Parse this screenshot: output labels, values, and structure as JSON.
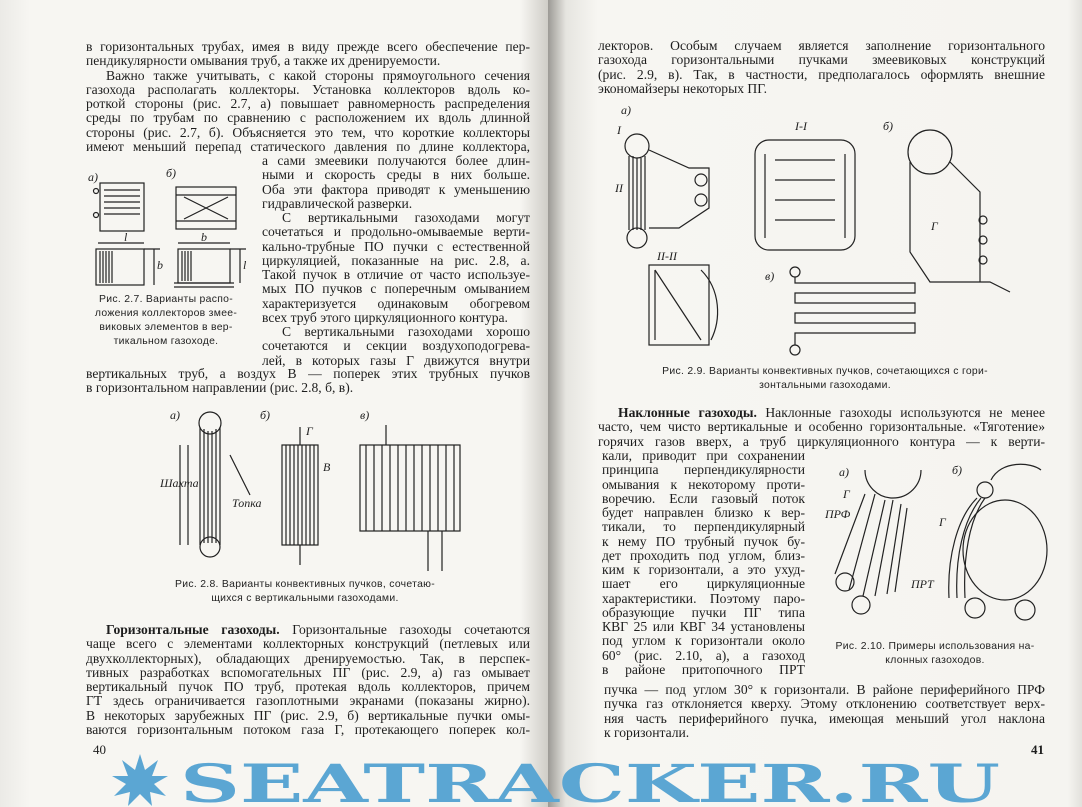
{
  "left_page": {
    "block_a": [
      {
        "cont_from_prev": true,
        "lines": [
          "в горизонтальных трубах, имея в виду прежде всего обеспечение пер-",
          "пендикулярности омывания труб, а также их дренируемости."
        ]
      },
      {
        "lines": [
          "Важно также учитывать, с какой стороны прямоугольного сечения",
          "газохода располагать коллекторы. Установка коллекторов вдоль ко-",
          "роткой стороны (рис. 2.7, а) повышает равномерность распределения",
          "среды по трубам по сравнению с расположением их вдоль длинной",
          "стороны (рис. 2.7, б). Объясняется это тем, что короткие коллекторы",
          "имеют меньший перепад статического давления по длине коллектора,"
        ],
        "continues": true
      }
    ],
    "block_b": [
      {
        "cont_from_prev": true,
        "lines": [
          "а сами змеевики получаются более длин-",
          "ными и скорость среды в них больше.",
          "Оба эти фактора приводят к уменьшению",
          "гидравлической разверки."
        ]
      },
      {
        "lines": [
          "С вертикальными газоходами могут",
          "сочетаться и продольно-омываемые верти-",
          "кально-трубные ПО пучки с естественной",
          "циркуляцией, показанные на рис. 2.8, а.",
          "Такой пучок в отличие от часто используе-",
          "мых ПО пучков с поперечным омыванием",
          "характеризуется одинаковым обогревом",
          "всех труб этого циркуляционного контура."
        ]
      },
      {
        "lines": [
          "С вертикальными газоходами хорошо",
          "сочетаются и секции воздухоподогрева-",
          "лей, в которых газы Г движутся внутри"
        ],
        "continues": true
      }
    ],
    "block_c": [
      {
        "cont_from_prev": true,
        "lines": [
          "вертикальных труб, а воздух В — поперек этих трубных пучков",
          "в горизонтальном направлении (рис. 2.8, б, в)."
        ]
      }
    ],
    "block_d": [
      {
        "lead": "Горизонтальные газоходы.",
        "lines": [
          " Горизонтальные газоходы сочетаются",
          "чаще всего с элементами коллекторных конструкций (петлевых или",
          "двухколлекторных), обладающих дренируемостью. Так, в перспек-",
          "тивных разработках вспомогательных ПГ (рис. 2.9, а) газ омывает",
          "вертикальный пучок ПО труб, протекая вдоль коллекторов, причем",
          "ГТ здесь ограничивается газоплотными экранами (показаны жирно).",
          "В некоторых зарубежных ПГ (рис. 2.9, б) вертикальные пучки омы-",
          "ваются горизонтальным потоком газа Г, протекающего поперек кол-"
        ],
        "continues": true
      }
    ],
    "fig_2_7": {
      "labels": {
        "a": "а)",
        "b": "б)",
        "l1": "l",
        "b1": "b",
        "b2": "b",
        "l2": "l"
      },
      "caption": [
        "Рис. 2.7. Варианты распо-",
        "ложения коллекторов змее-",
        "виковых элементов в вер-",
        "тикальном газоходе."
      ]
    },
    "fig_2_8": {
      "labels": {
        "a": "а)",
        "b": "б)",
        "v": "в)",
        "shaft": "Шахта",
        "furnace": "Топка",
        "gas": "Г",
        "air": "В"
      },
      "caption": [
        "Рис. 2.8. Варианты конвективных пучков, сочетаю-",
        "щихся с вертикальными газоходами."
      ]
    },
    "page_number": "40"
  },
  "right_page": {
    "block_a": [
      {
        "cont_from_prev": true,
        "lines": [
          "лекторов. Особым случаем является заполнение горизонтального",
          "газохода горизонтальными пучками змеевиковых конструкций",
          "(рис. 2.9, в). Так, в частности, предполагалось оформлять внешние",
          "экономайзеры некоторых ПГ."
        ]
      }
    ],
    "fig_2_9": {
      "labels": {
        "a": "а)",
        "sec1": "I",
        "sec2": "II",
        "sec1_view": "I-I",
        "sec2_view": "II-II",
        "b": "б)",
        "v": "в)",
        "gas": "Г"
      },
      "caption": [
        "Рис. 2.9. Варианты конвективных пучков, сочетающихся с гори-",
        "зонтальными газоходами."
      ]
    },
    "block_b": [
      {
        "lead": "Наклонные газоходы.",
        "lines": [
          " Наклонные газоходы используются не менее",
          "часто, чем чисто вертикальные и особенно горизонтальные. «Тяготение»",
          "горячих газов вверх, а труб циркуляционного контура — к верти-"
        ],
        "continues": true
      }
    ],
    "block_c": [
      {
        "cont_from_prev": true,
        "lines": [
          "кали, приводит при сохранении",
          "принципа перпендикулярности",
          "омывания к некоторому проти-",
          "воречию. Если газовый поток",
          "будет направлен близко к вер-",
          "тикали, то перпендикулярный",
          "к нему ПО трубный пучок бу-",
          "дет проходить под углом, близ-",
          "ким к горизонтали, а это ухуд-",
          "шает его циркуляционные",
          "характеристики. Поэтому паро-",
          "образующие пучки ПГ типа",
          "КВГ 25 или КВГ 34 установлены",
          "под углом к горизонтали около",
          "60° (рис. 2.10, а), а газоход",
          "в районе притопочного ПРТ"
        ],
        "continues": true
      }
    ],
    "block_d": [
      {
        "cont_from_prev": true,
        "lines": [
          "пучка — под углом 30° к горизонтали. В районе периферийного ПРФ",
          "пучка газ отклоняется кверху. Этому отклонению соответствует верх-",
          "няя часть периферийного пучка, имеющая меньший угол наклона",
          "к горизонтали."
        ]
      }
    ],
    "fig_2_10": {
      "labels": {
        "a": "а)",
        "b": "б)",
        "prf": "ПРФ",
        "prt": "ПРТ",
        "gas_a": "Г",
        "gas_b": "Г"
      },
      "caption": [
        "Рис. 2.10. Примеры использования на-",
        "клонных газоходов."
      ]
    },
    "page_number": "41"
  },
  "watermark": {
    "text": "SEATRACKER.RU",
    "color": "#5ba6d3"
  }
}
